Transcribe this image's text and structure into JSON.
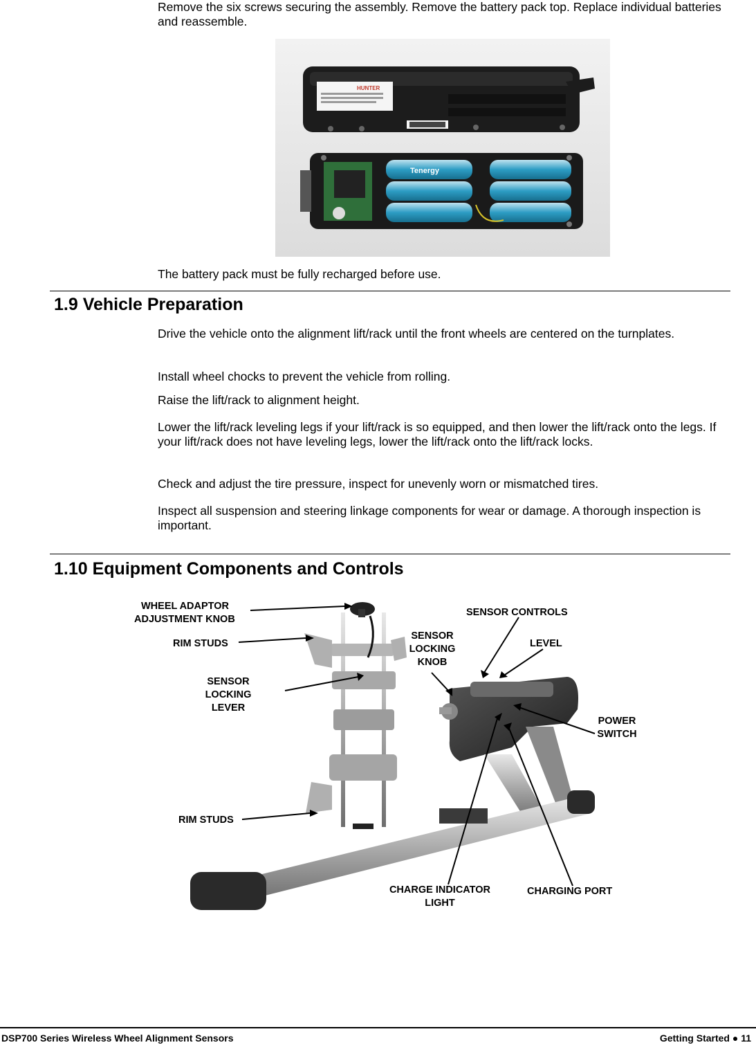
{
  "battery": {
    "intro": "Remove the six screws securing the assembly. Remove the battery pack top. Replace individual batteries and reassemble.",
    "label_brand": "HUNTER",
    "cell_brand": "Tenergy",
    "note": "The battery pack must be fully recharged before use."
  },
  "section_1_9": {
    "title": "1.9 Vehicle Preparation",
    "steps": [
      "Drive the vehicle onto the alignment lift/rack until the front wheels are centered on the turnplates.",
      "Install wheel chocks to prevent the vehicle from rolling.",
      "Raise the lift/rack to alignment height.",
      "Lower the lift/rack leveling legs if your lift/rack is so equipped, and then lower the lift/rack onto the legs. If your lift/rack does not have leveling legs, lower the lift/rack onto the lift/rack locks.",
      "Check and adjust the tire pressure, inspect for unevenly worn or mismatched tires.",
      "Inspect all suspension and steering linkage components for wear or damage. A thorough inspection is important."
    ]
  },
  "section_1_10": {
    "title": "1.10 Equipment Components and Controls",
    "callouts": {
      "wheel_adaptor_1": "WHEEL ADAPTOR",
      "wheel_adaptor_2": "ADJUSTMENT KNOB",
      "rim_studs_top": "RIM STUDS",
      "sensor_locking_lever_1": "SENSOR",
      "sensor_locking_lever_2": "LOCKING",
      "sensor_locking_lever_3": "LEVER",
      "rim_studs_bottom": "RIM STUDS",
      "sensor_locking_knob_1": "SENSOR",
      "sensor_locking_knob_2": "LOCKING",
      "sensor_locking_knob_3": "KNOB",
      "sensor_controls": "SENSOR CONTROLS",
      "level": "LEVEL",
      "power_switch_1": "POWER",
      "power_switch_2": "SWITCH",
      "charge_indicator_1": "CHARGE INDICATOR",
      "charge_indicator_2": "LIGHT",
      "charging_port": "CHARGING PORT"
    }
  },
  "footer": {
    "left": "DSP700 Series Wireless Wheel Alignment Sensors",
    "right": "Getting Started ● 11"
  }
}
